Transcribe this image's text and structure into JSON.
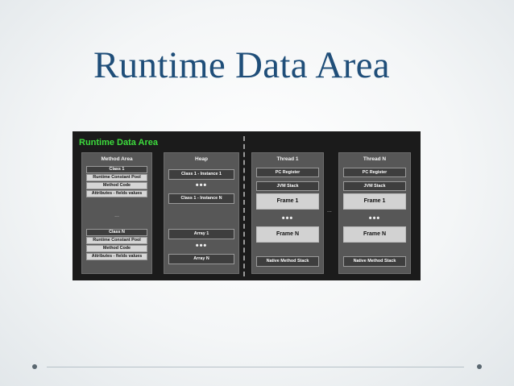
{
  "slide": {
    "title": "Runtime Data Area"
  },
  "diagram": {
    "title": "Runtime Data Area",
    "method_area": {
      "title": "Method Area",
      "class1": {
        "name": "Class 1",
        "items": [
          "Runtime Constant Pool",
          "Method Code",
          "Attributes - fields values"
        ]
      },
      "separator": "...",
      "classN": {
        "name": "Class N",
        "items": [
          "Runtime Constant Pool",
          "Method Code",
          "Attributes - fields values"
        ]
      }
    },
    "heap": {
      "title": "Heap",
      "instance_first": "Class 1 - Instance 1",
      "instance_dots": "•••",
      "instance_last": "Class 1 - Instance N",
      "array_first": "Array 1",
      "array_dots": "•••",
      "array_last": "Array N"
    },
    "between_threads": "...",
    "threads": [
      {
        "title": "Thread 1",
        "pc_register": "PC Register",
        "jvm_stack": "JVM Stack",
        "frame_first": "Frame 1",
        "frame_dots": "•••",
        "frame_last": "Frame N",
        "native_stack": "Native Method Stack"
      },
      {
        "title": "Thread N",
        "pc_register": "PC Register",
        "jvm_stack": "JVM Stack",
        "frame_first": "Frame 1",
        "frame_dots": "•••",
        "frame_last": "Frame N",
        "native_stack": "Native Method Stack"
      }
    ]
  }
}
